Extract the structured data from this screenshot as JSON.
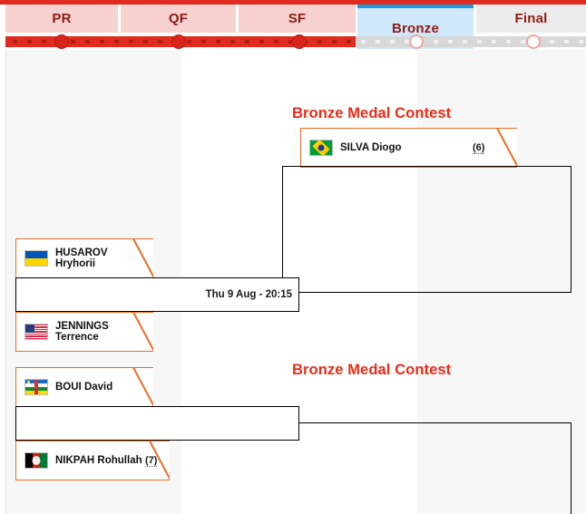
{
  "theme": {
    "accent_red": "#e02b20",
    "tab_active_blue": "#cfe8fb",
    "tab_active_border": "#1a9ae0",
    "chip_border_orange": "#ef6c21",
    "contest_title_color": "#ec2b18"
  },
  "tabs": [
    {
      "label": "PR",
      "state": "completed",
      "active": false
    },
    {
      "label": "QF",
      "state": "completed",
      "active": false
    },
    {
      "label": "SF",
      "state": "completed",
      "active": false
    },
    {
      "label": "Bronze",
      "state": "current",
      "active": true
    },
    {
      "label": "Final",
      "state": "upcoming",
      "active": false
    }
  ],
  "timeline": {
    "nodes": [
      {
        "state": "done"
      },
      {
        "state": "done"
      },
      {
        "state": "done"
      },
      {
        "state": "open"
      },
      {
        "state": "open"
      }
    ]
  },
  "bracket": {
    "contest_title_top": "Bronze Medal Contest",
    "contest_title_bottom": "Bronze Medal Contest",
    "match": {
      "datetime": "Thu 9 Aug - 20:15"
    },
    "competitors": [
      {
        "id": "silva",
        "last_name": "SILVA",
        "first_name": "Diogo",
        "display_name": "SILVA Diogo",
        "name_line1": "SILVA Diogo",
        "name_line2": "",
        "seed": "(6)",
        "country_code": "BRA",
        "flag_icon": "flag-brazil-icon"
      },
      {
        "id": "husarov",
        "last_name": "HUSAROV",
        "first_name": "Hryhorii",
        "display_name": "HUSAROV Hryhorii",
        "name_line1": "HUSAROV",
        "name_line2": "Hryhorii",
        "seed": "",
        "country_code": "UKR",
        "flag_icon": "flag-ukraine-icon"
      },
      {
        "id": "jennings",
        "last_name": "JENNINGS",
        "first_name": "Terrence",
        "display_name": "JENNINGS Terrence",
        "name_line1": "JENNINGS",
        "name_line2": "Terrence",
        "seed": "",
        "country_code": "USA",
        "flag_icon": "flag-usa-icon"
      },
      {
        "id": "boui",
        "last_name": "BOUI",
        "first_name": "David",
        "display_name": "BOUI David",
        "name_line1": "BOUI David",
        "name_line2": "",
        "seed": "",
        "country_code": "CAF",
        "flag_icon": "flag-car-icon"
      },
      {
        "id": "nikpah",
        "last_name": "NIKPAH",
        "first_name": "Rohullah",
        "display_name": "NIKPAH Rohullah",
        "name_line1": "NIKPAH Rohullah",
        "name_line2": "",
        "seed": "(7)",
        "country_code": "AFG",
        "flag_icon": "flag-afghanistan-icon"
      }
    ]
  }
}
